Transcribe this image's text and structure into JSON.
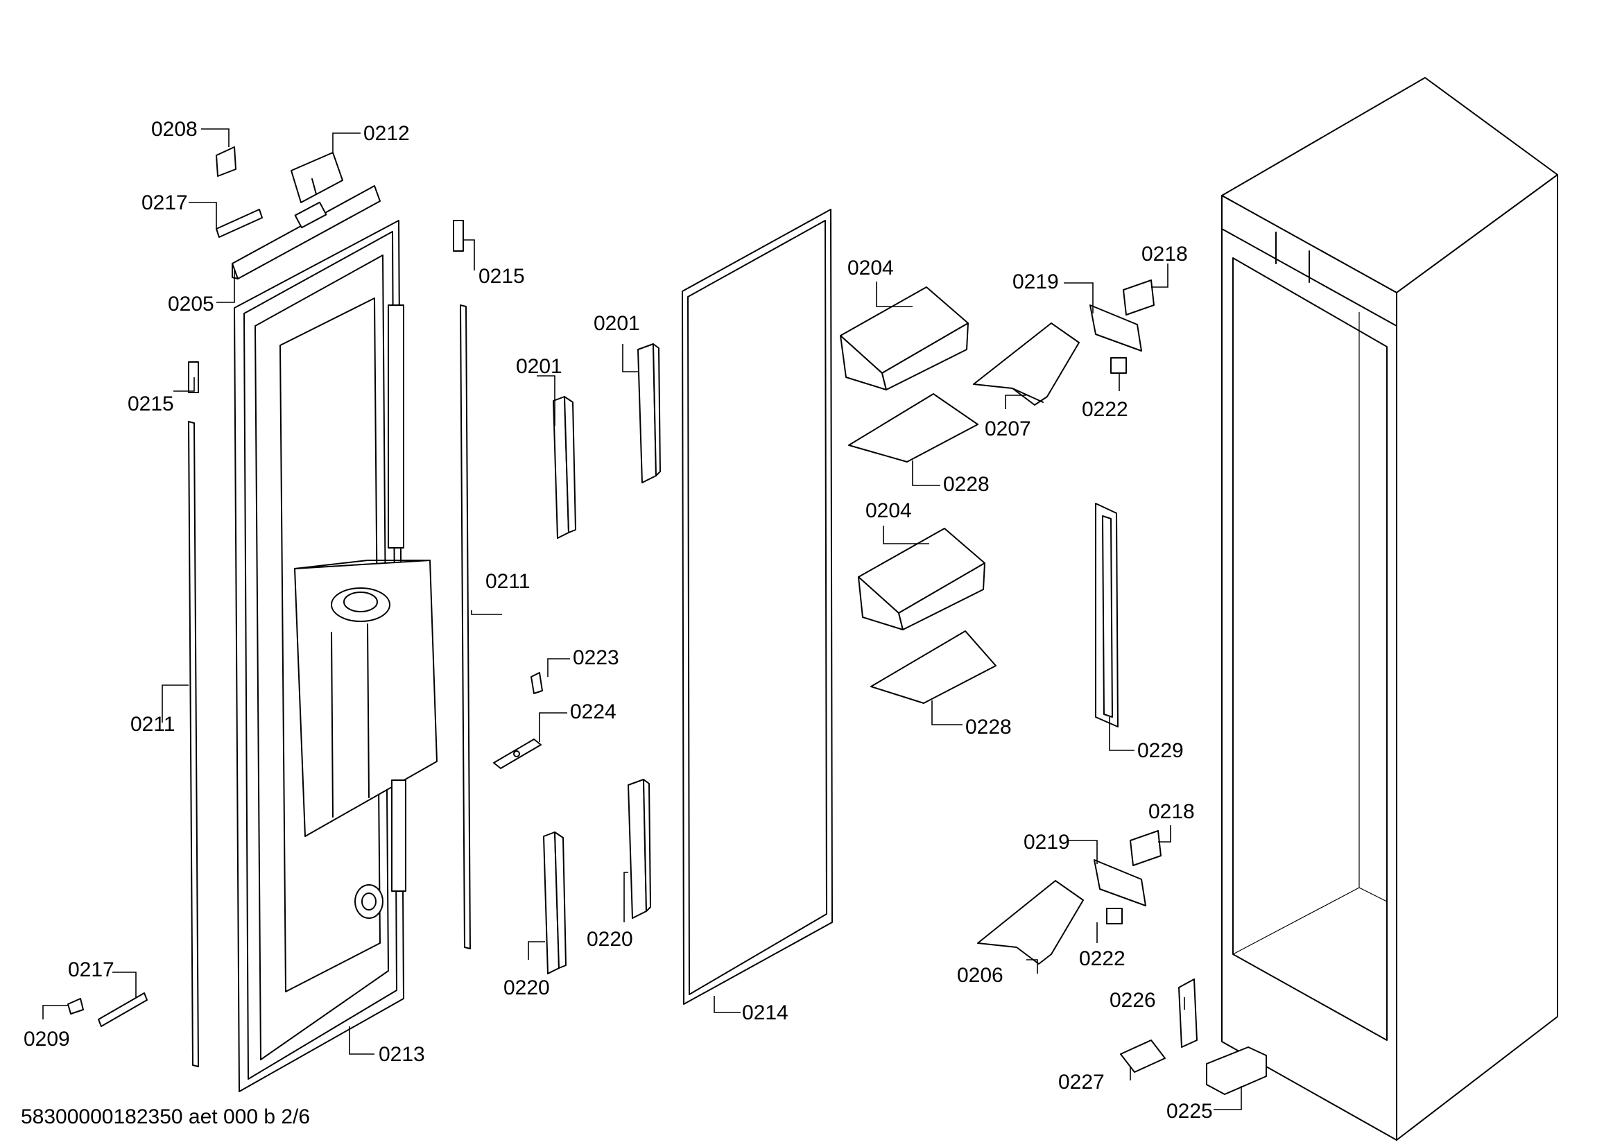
{
  "diagram": {
    "callouts": [
      {
        "id": "c0208",
        "label": "0208"
      },
      {
        "id": "c0212",
        "label": "0212"
      },
      {
        "id": "c0217a",
        "label": "0217"
      },
      {
        "id": "c0205",
        "label": "0205"
      },
      {
        "id": "c0215a",
        "label": "0215"
      },
      {
        "id": "c0215b",
        "label": "0215"
      },
      {
        "id": "c0211a",
        "label": "0211"
      },
      {
        "id": "c0211b",
        "label": "0211"
      },
      {
        "id": "c0217b",
        "label": "0217"
      },
      {
        "id": "c0209",
        "label": "0209"
      },
      {
        "id": "c0213",
        "label": "0213"
      },
      {
        "id": "c0201a",
        "label": "0201"
      },
      {
        "id": "c0201b",
        "label": "0201"
      },
      {
        "id": "c0223",
        "label": "0223"
      },
      {
        "id": "c0224",
        "label": "0224"
      },
      {
        "id": "c0220a",
        "label": "0220"
      },
      {
        "id": "c0220b",
        "label": "0220"
      },
      {
        "id": "c0214",
        "label": "0214"
      },
      {
        "id": "c0204a",
        "label": "0204"
      },
      {
        "id": "c0228a",
        "label": "0228"
      },
      {
        "id": "c0204b",
        "label": "0204"
      },
      {
        "id": "c0228b",
        "label": "0228"
      },
      {
        "id": "c0219a",
        "label": "0219"
      },
      {
        "id": "c0218a",
        "label": "0218"
      },
      {
        "id": "c0207",
        "label": "0207"
      },
      {
        "id": "c0222a",
        "label": "0222"
      },
      {
        "id": "c0229",
        "label": "0229"
      },
      {
        "id": "c0218b",
        "label": "0218"
      },
      {
        "id": "c0219b",
        "label": "0219"
      },
      {
        "id": "c0222b",
        "label": "0222"
      },
      {
        "id": "c0206",
        "label": "0206"
      },
      {
        "id": "c0226",
        "label": "0226"
      },
      {
        "id": "c0227",
        "label": "0227"
      },
      {
        "id": "c0225",
        "label": "0225"
      }
    ]
  },
  "footer": {
    "drawing_code": "58300000182350 aet 000 b 2/6"
  }
}
